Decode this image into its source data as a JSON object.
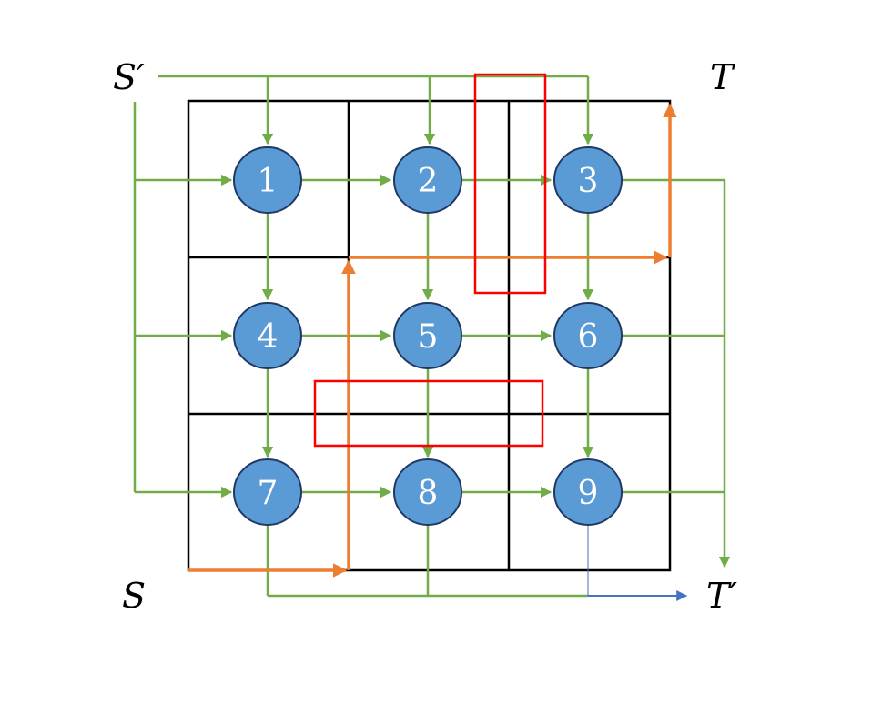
{
  "terminals": {
    "s_prime": "S′",
    "t": "T",
    "s": "S",
    "t_prime": "T′"
  },
  "nodes": [
    "1",
    "2",
    "3",
    "4",
    "5",
    "6",
    "7",
    "8",
    "9"
  ],
  "colors": {
    "grid": "#000000",
    "green": "#70ad47",
    "orange": "#ed7d31",
    "red": "#ff0000",
    "blue": "#4472c4",
    "node_fill": "#5b9bd5",
    "node_stroke": "#1f3864"
  }
}
